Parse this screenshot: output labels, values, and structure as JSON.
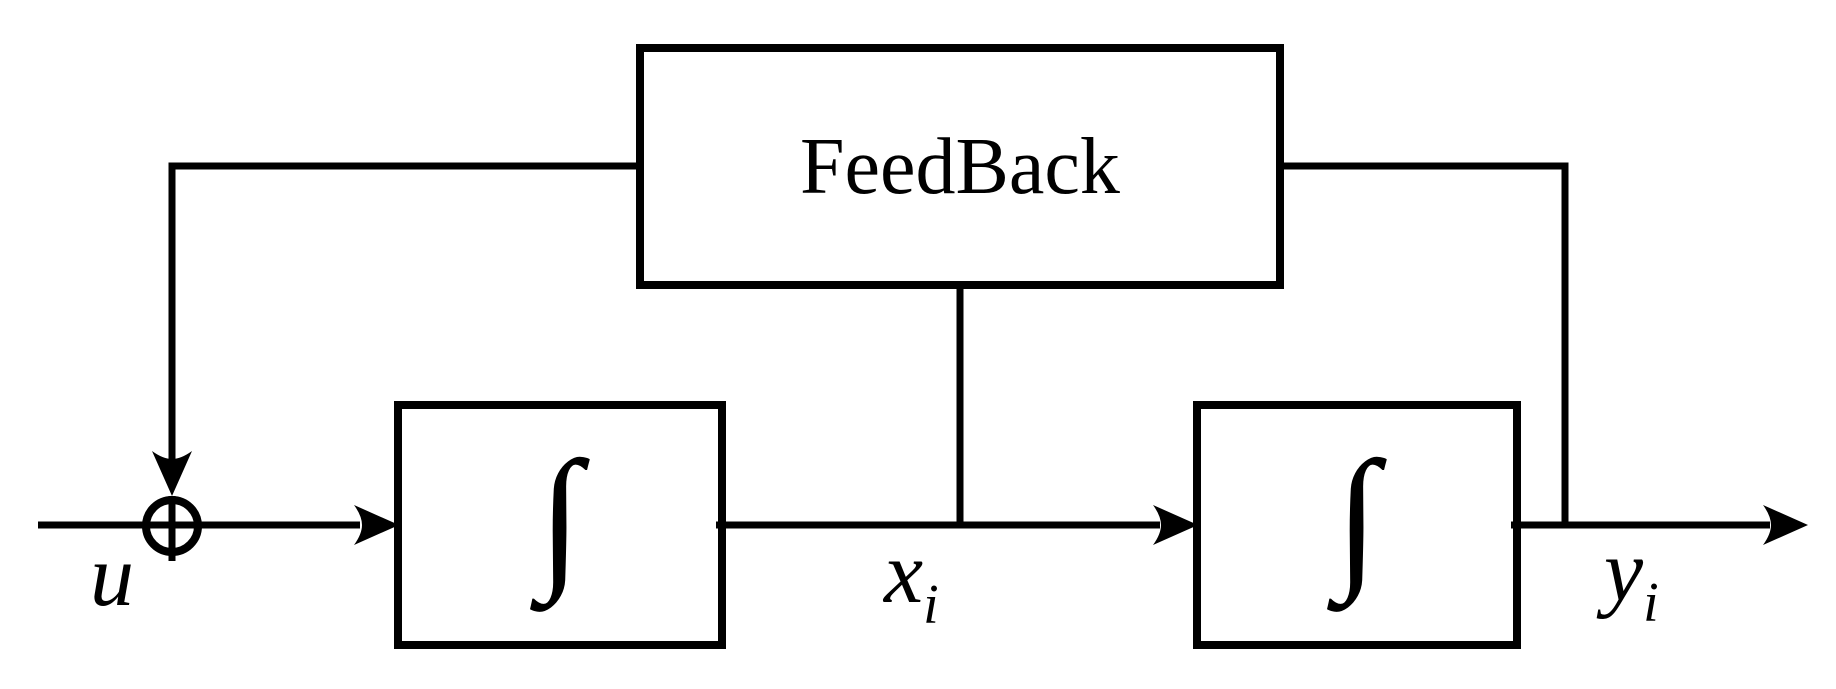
{
  "diagram": {
    "type": "block-diagram",
    "blocks": {
      "feedback": {
        "label": "FeedBack"
      },
      "integrator1": {
        "symbol": "∫"
      },
      "integrator2": {
        "symbol": "∫"
      }
    },
    "signals": {
      "input": {
        "base": "u"
      },
      "state": {
        "base": "x",
        "sub": "i"
      },
      "output": {
        "base": "y",
        "sub": "i"
      }
    },
    "colors": {
      "line": "#000000",
      "background": "#ffffff"
    }
  }
}
